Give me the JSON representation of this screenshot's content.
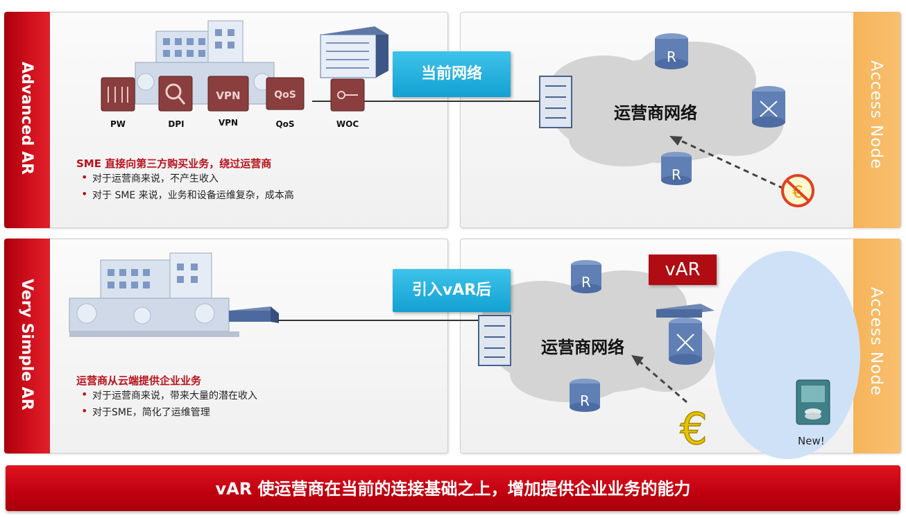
{
  "rows": [
    {
      "side_label": "Advanced AR",
      "tag": "当前网络",
      "cloud_label": "运营商网络",
      "access_label": "Access Node",
      "title": "SME 直接向第三方购买业务，绕过运营商",
      "bullets": [
        "对于运营商来说，不产生收入",
        "对于 SME 来说，业务和设备运维复杂，成本高"
      ],
      "devices": [
        "PW",
        "DPI",
        "VPN",
        "QoS",
        "WOC"
      ]
    },
    {
      "side_label": "Very Simple AR",
      "tag": "引入vAR后",
      "cloud_label": "运营商网络",
      "access_label": "Access Node",
      "title": "运营商从云端提供企业业务",
      "bullets": [
        "对于运营商来说，带来大量的潜在收入",
        "对于SME，简化了运维管理"
      ],
      "var_label": "vAR",
      "new_label": "New!"
    }
  ],
  "router_letter": "R",
  "device_icon_text": {
    "vpn": "VPN",
    "qos": "QoS"
  },
  "bottom_banner": "vAR 使运营商在当前的连接基础之上，增加提供企业业务的能力",
  "colors": {
    "red": "#c00010",
    "orange": "#f5b45a",
    "blue": "#1aa8d8"
  }
}
